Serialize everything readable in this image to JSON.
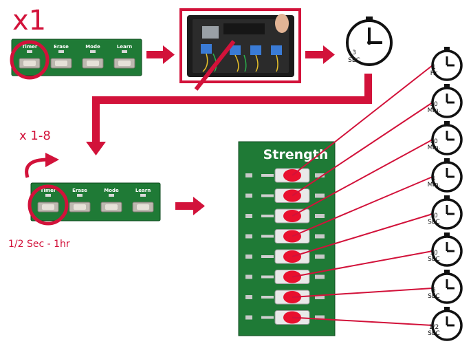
{
  "step1": {
    "count_label": "x1"
  },
  "button_bar": {
    "labels": [
      "Timer",
      "Erase",
      "Mode",
      "Learn"
    ]
  },
  "hold_clock": {
    "label_line1": "3",
    "label_line2": "SEC"
  },
  "repeat": {
    "count_label": "x 1-8",
    "range_label": "1/2 Sec - 1hr"
  },
  "strength_board": {
    "title": "Strength",
    "led_count": 8
  },
  "timer_options": [
    {
      "l1": "1",
      "l2": "Hr"
    },
    {
      "l1": "30",
      "l2": "Min."
    },
    {
      "l1": "10",
      "l2": "Min."
    },
    {
      "l1": "1",
      "l2": "Min."
    },
    {
      "l1": "30",
      "l2": "SEC"
    },
    {
      "l1": "10",
      "l2": "SEC"
    },
    {
      "l1": "5",
      "l2": "SEC"
    },
    {
      "l1": "1/2",
      "l2": "SEC"
    }
  ],
  "colors": {
    "accent_red": "#d2123a",
    "pcb_green": "#1f7a36",
    "led_red": "#e8102e"
  }
}
